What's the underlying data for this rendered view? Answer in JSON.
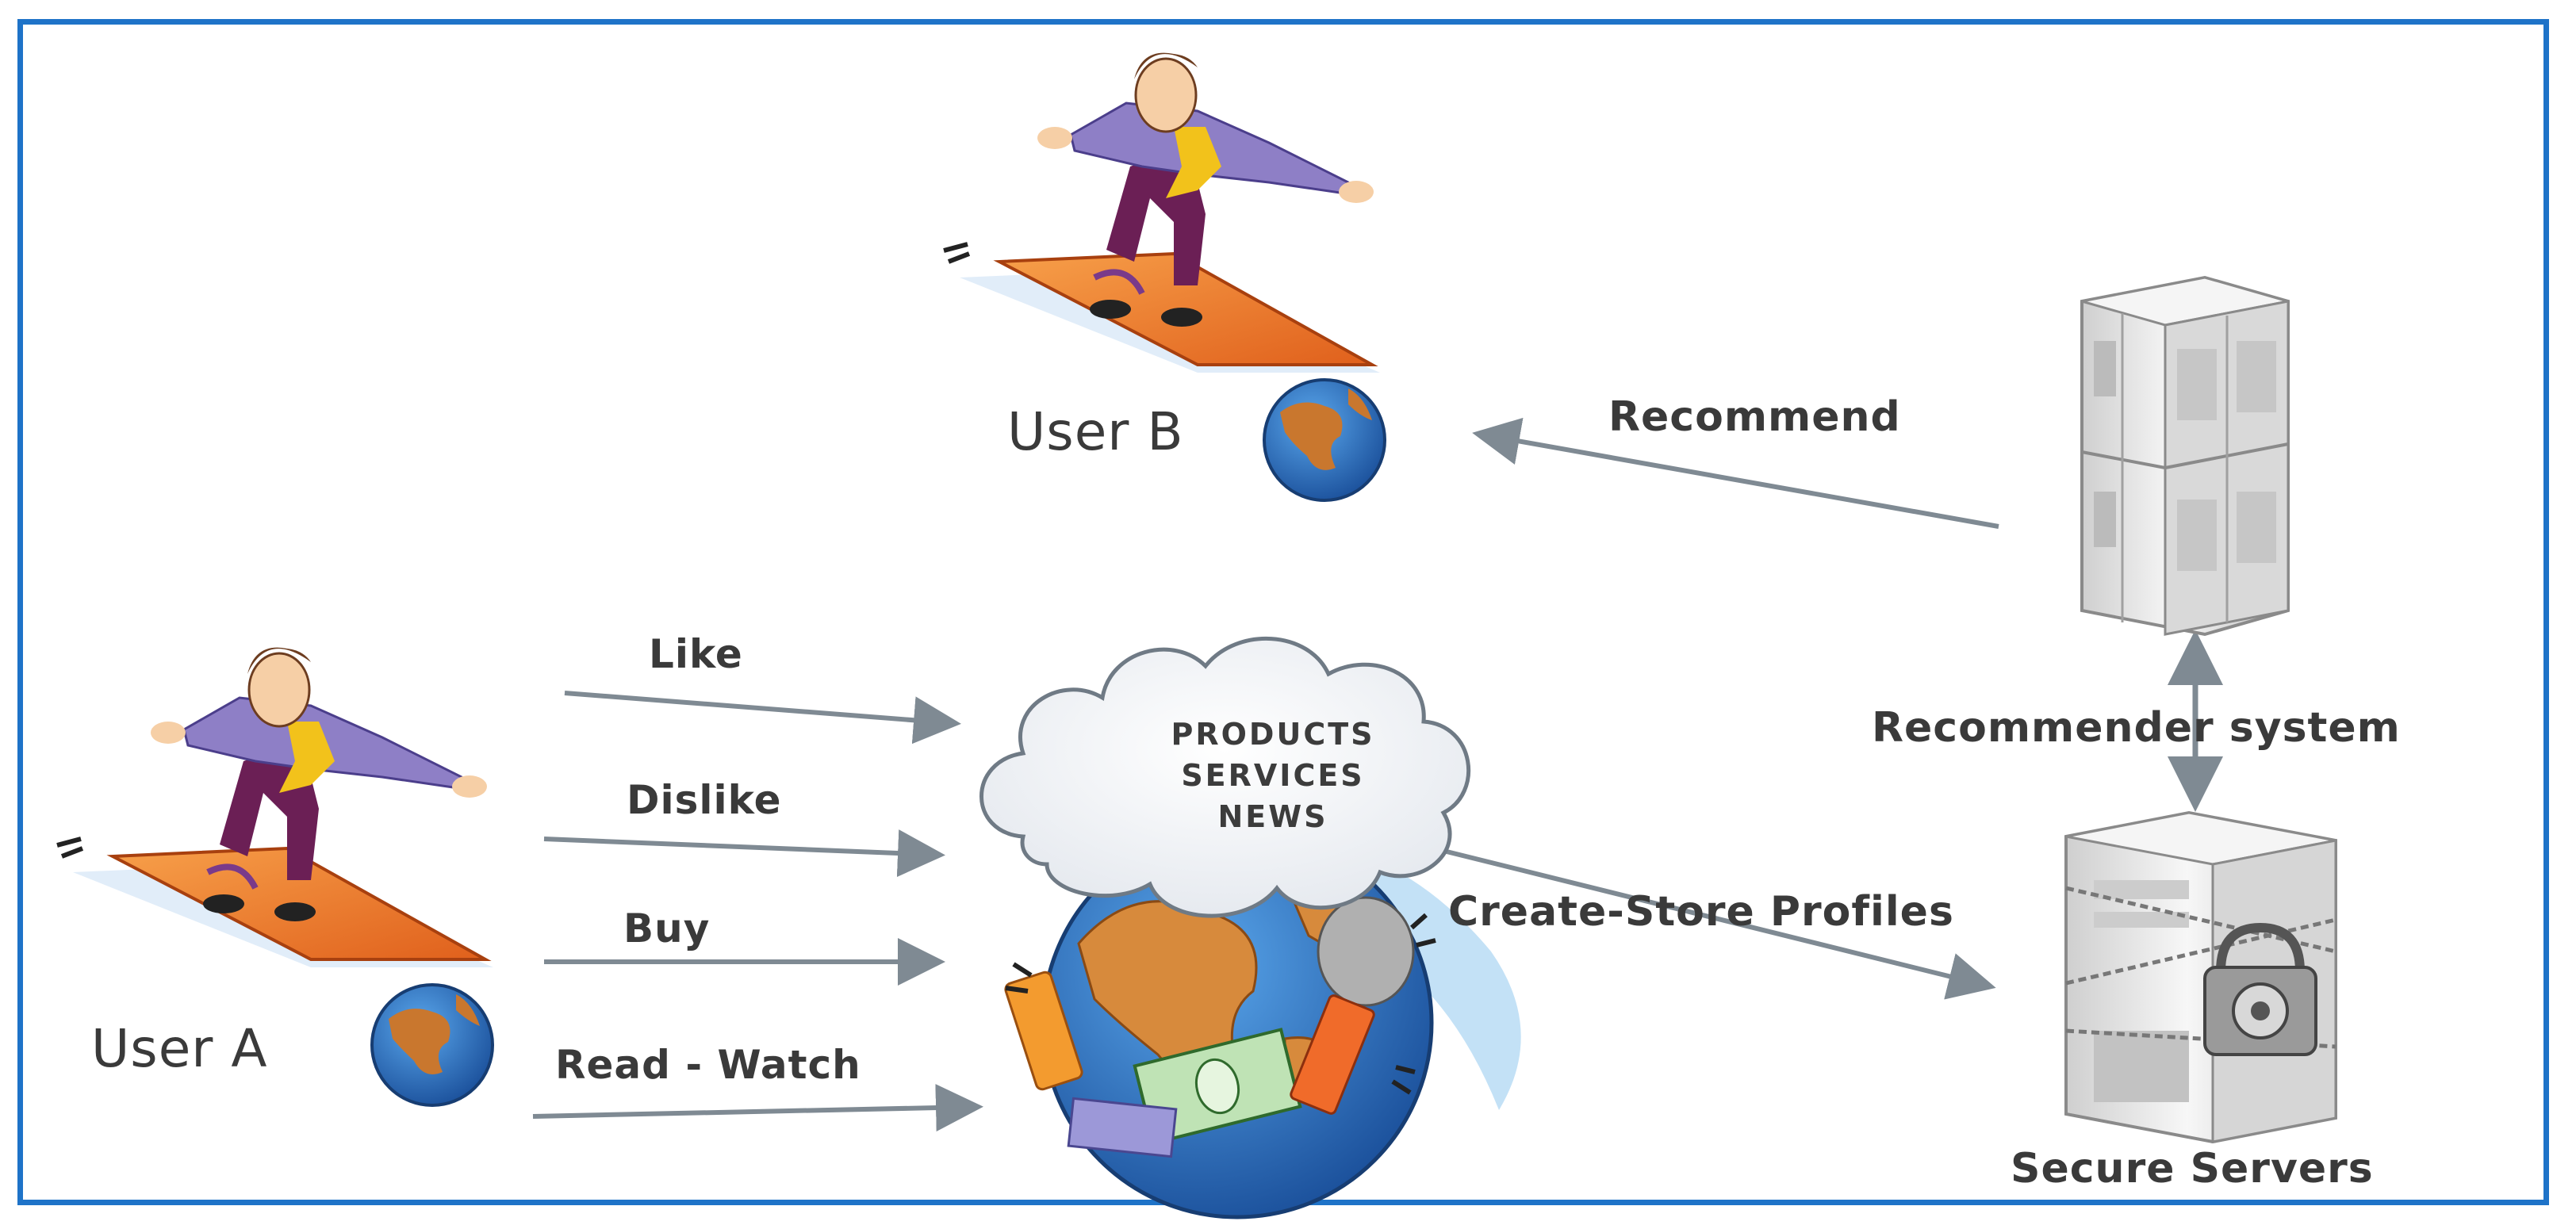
{
  "labels": {
    "user_b": "User B",
    "user_a": "User A",
    "recommend": "Recommend",
    "recommender_system": "Recommender system",
    "secure_servers": "Secure Servers",
    "create_store_profiles": "Create-Store Profiles",
    "like": "Like",
    "dislike": "Dislike",
    "buy": "Buy",
    "read_watch": "Read - Watch"
  },
  "cloud": {
    "line1": "PRODUCTS",
    "line2": "SERVICES",
    "line3": "NEWS"
  },
  "colors": {
    "frame": "#1e73c8",
    "arrow": "#7f8a93",
    "suit": "#8e7fc6",
    "pants": "#6b1f55",
    "tie": "#f2c21b",
    "surfboard": "#f07a2a",
    "globe_ocean": "#2c78c6",
    "globe_land": "#c9772e",
    "server": "#e6e6e6"
  },
  "icons": [
    "surfer-icon",
    "globe-icon",
    "cloud-icon",
    "server-tower-icon",
    "locked-server-icon",
    "money-globe-icon"
  ]
}
